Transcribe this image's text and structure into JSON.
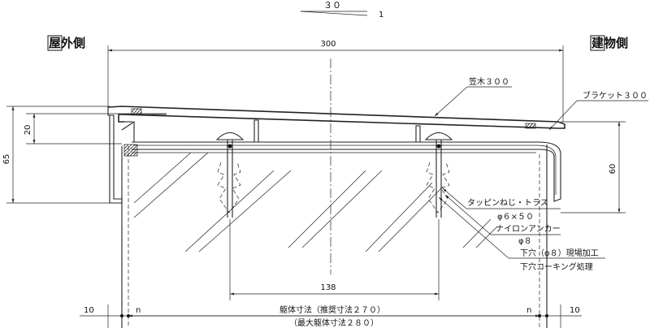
{
  "slope": {
    "run": "３０",
    "rise": "1"
  },
  "sides": {
    "outside": "屋外側",
    "building": "建物側"
  },
  "dimensions": {
    "total_width": "300",
    "height_left": "65",
    "sub_left": "20",
    "height_right": "60",
    "anchor_spacing": "138",
    "edge_left": "10",
    "edge_right": "10",
    "gap_left": "n",
    "gap_right": "n",
    "body_size": "躯体寸法（推奨寸法２７０）",
    "body_max": "（最大躯体寸法２８０）"
  },
  "labels": {
    "kasagi": "笠木３００",
    "bracket": "ブラケット３００",
    "screw": "タッピンねじ・トラス",
    "screw_size": "φ６×５０",
    "anchor": "ナイロンアンカー",
    "anchor_size": "φ８",
    "hole": "下穴（φ８）現場加工",
    "caulking": "下穴コーキング処理"
  }
}
